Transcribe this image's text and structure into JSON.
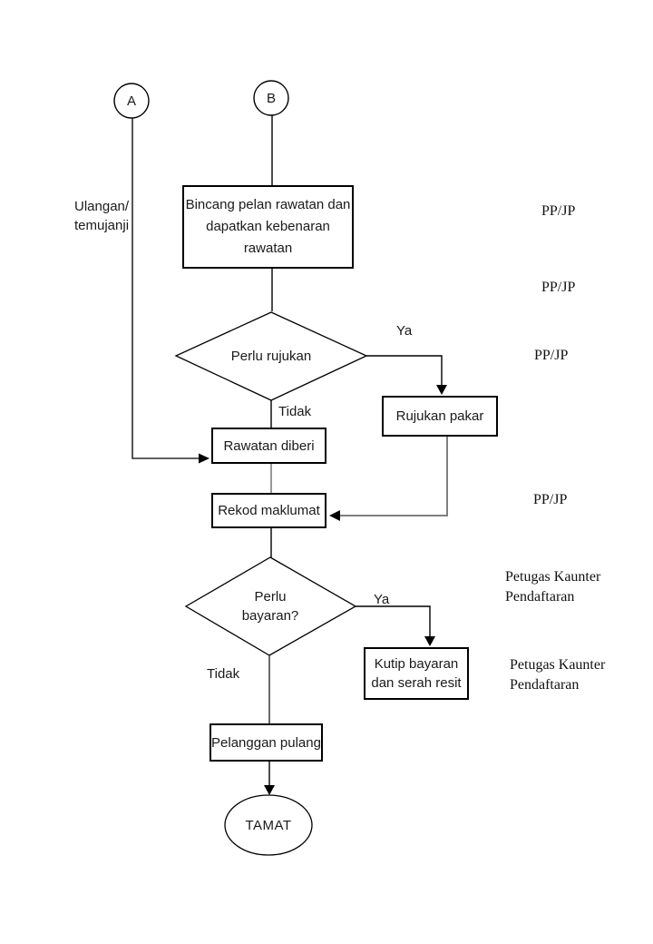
{
  "page": {
    "background": "#ffffff"
  },
  "colors": {
    "stroke": "#000000",
    "gray_stroke": "#7f7f7f",
    "text": "#1a1a1a"
  },
  "connectors": {
    "a_label": "A",
    "b_label": "B"
  },
  "nodes": {
    "bincang": {
      "lines": [
        "Bincang pelan rawatan dan",
        "dapatkan kebenaran",
        "rawatan"
      ]
    },
    "perlu_rujukan": {
      "label": "Perlu rujukan"
    },
    "rujukan_pakar": {
      "label": "Rujukan pakar"
    },
    "rawatan_diberi": {
      "label": "Rawatan diberi"
    },
    "rekod_maklumat": {
      "label": "Rekod maklumat"
    },
    "perlu_bayaran": {
      "lines": [
        "Perlu",
        "bayaran?"
      ]
    },
    "kutip_bayaran": {
      "lines": [
        "Kutip bayaran",
        "dan serah resit"
      ]
    },
    "pelanggan_pulang": {
      "label": "Pelanggan pulang"
    },
    "tamat": {
      "label": "TAMAT"
    }
  },
  "edge_labels": {
    "ya_rujukan": "Ya",
    "tidak_rujukan": "Tidak",
    "ya_bayaran": "Ya",
    "tidak_bayaran": "Tidak"
  },
  "side_labels": {
    "ulangan": {
      "lines": [
        "Ulangan/",
        "temujanji"
      ]
    },
    "pp_jp_1": "PP/JP",
    "pp_jp_2": "PP/JP",
    "pp_jp_3": "PP/JP",
    "pp_jp_4": "PP/JP",
    "petugas_1": {
      "lines": [
        "Petugas Kaunter",
        "Pendaftaran"
      ]
    },
    "petugas_2": {
      "lines": [
        "Petugas Kaunter",
        "Pendaftaran"
      ]
    }
  }
}
